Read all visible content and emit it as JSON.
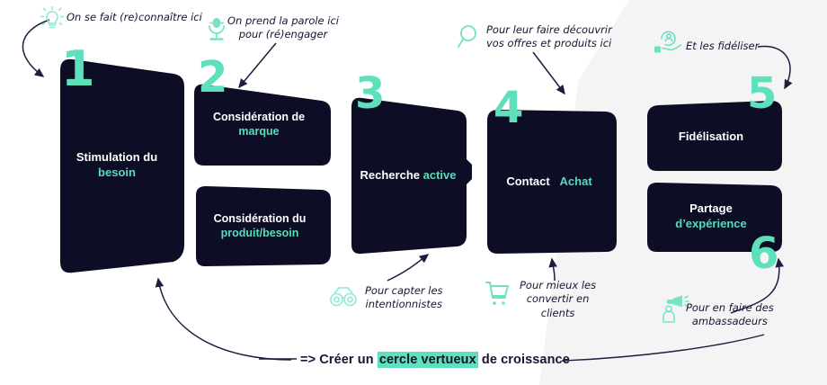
{
  "theme": {
    "box_fill": "#0d0d26",
    "accent": "#5fe0bd",
    "text_light": "#ffffff",
    "text_dark": "#161634",
    "band": "#f4f4f5",
    "background": "#ffffff"
  },
  "diagram": {
    "title_statement": {
      "prefix": "=> Créer un ",
      "highlight": "cercle vertueux",
      "suffix": " de croissance"
    },
    "steps": [
      {
        "number": "1",
        "line1": "Stimulation du",
        "line2": "besoin"
      },
      {
        "number": "2",
        "line1": "Considération de",
        "line2": "marque"
      },
      {
        "number": "",
        "line1": "Considération du",
        "line2": "produit/besoin"
      },
      {
        "number": "3",
        "line1": "Recherche ",
        "line2": "active"
      },
      {
        "number": "4",
        "line1": "Contact ",
        "line2": "Achat"
      },
      {
        "number": "5",
        "line1": "Fidélisation",
        "line2": ""
      },
      {
        "number": "6",
        "line1": "Partage",
        "line2": "d’expérience"
      }
    ],
    "callouts": [
      {
        "icon": "lightbulb-icon",
        "text": "On se fait (re)connaître ici"
      },
      {
        "icon": "microphone-icon",
        "text": "On prend la parole ici\npour (ré)engager"
      },
      {
        "icon": "magnifier-icon",
        "text": "Pour leur faire découvrir\nvos offres et produits ici"
      },
      {
        "icon": "loyalty-hand-icon",
        "text": "Et les fidéliser"
      },
      {
        "icon": "binoculars-icon",
        "text": "Pour capter les\nintentionnistes"
      },
      {
        "icon": "shopping-cart-icon",
        "text": "Pour mieux les\nconvertir en\nclients"
      },
      {
        "icon": "megaphone-person-icon",
        "text": "Pour en faire des\nambassadeurs"
      }
    ]
  }
}
